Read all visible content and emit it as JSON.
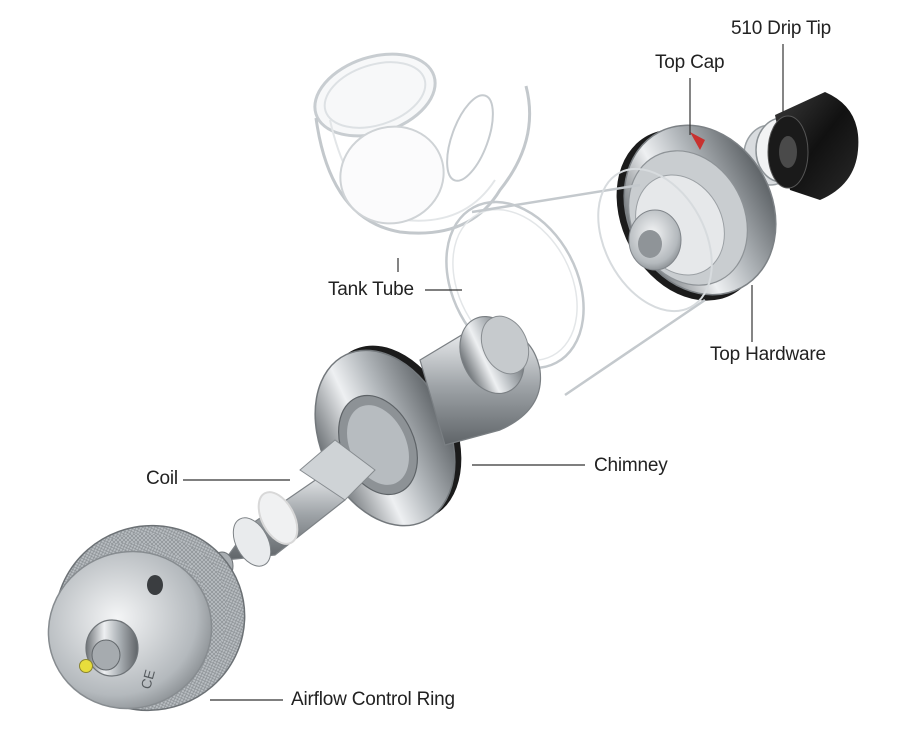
{
  "labels": {
    "drip_tip": "510 Drip Tip",
    "top_cap": "Top Cap",
    "tank_tube": "Tank Tube",
    "top_hardware": "Top Hardware",
    "coil": "Coil",
    "chimney": "Chimney",
    "airflow_control_ring": "Airflow Control Ring"
  },
  "base_text": "CE",
  "colors": {
    "steel_dark": "#6e7377",
    "steel_mid": "#b4b9bd",
    "steel_light": "#eef0f2",
    "seal_black": "#1b1b1b",
    "glass_edge": "#c8cdd1",
    "top_cap_accent": "#c8312f",
    "contact_yellow": "#e7dd3c",
    "leader_line": "#333333"
  }
}
